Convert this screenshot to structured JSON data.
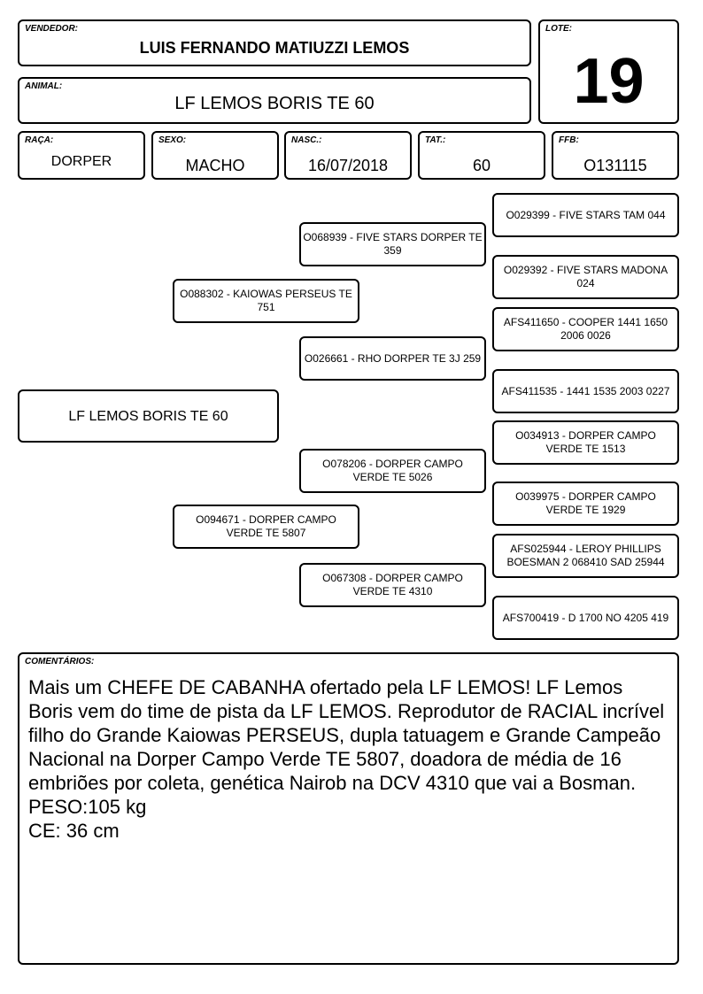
{
  "header": {
    "vendor_label": "VENDEDOR:",
    "vendor_value": "LUIS FERNANDO MATIUZZI LEMOS",
    "lot_label": "LOTE:",
    "lot_value": "19",
    "animal_label": "ANIMAL:",
    "animal_value": "LF LEMOS BORIS TE 60"
  },
  "fields": {
    "breed_label": "RAÇA:",
    "breed_value": "DORPER",
    "sex_label": "SEXO:",
    "sex_value": "MACHO",
    "birth_label": "NASC.:",
    "birth_value": "16/07/2018",
    "tattoo_label": "TAT.:",
    "tattoo_value": "60",
    "ffb_label": "FFB:",
    "ffb_value": "O131115"
  },
  "pedigree": {
    "animal": "LF LEMOS BORIS TE 60",
    "sire": "O088302 - KAIOWAS PERSEUS TE 751",
    "dam": "O094671 - DORPER CAMPO VERDE TE 5807",
    "sire_sire": "O068939 - FIVE STARS DORPER TE 359",
    "sire_dam": "O026661 - RHO DORPER TE 3J 259",
    "dam_sire": "O078206 - DORPER CAMPO VERDE TE 5026",
    "dam_dam": "O067308 - DORPER CAMPO VERDE TE 4310",
    "sss": "O029399 - FIVE STARS TAM 044",
    "ssd": "O029392 - FIVE STARS MADONA 024",
    "sds": "AFS411650 - COOPER 1441 1650 2006 0026",
    "sdd": "AFS411535 - 1441 1535 2003 0227",
    "dss": "O034913 - DORPER CAMPO VERDE TE 1513",
    "dsd": "O039975 - DORPER CAMPO VERDE TE 1929",
    "dds": "AFS025944 - LEROY PHILLIPS BOESMAN 2 068410 SAD 25944",
    "ddd": "AFS700419 - D 1700 NO 4205 419"
  },
  "comments": {
    "label": "COMENTÁRIOS:",
    "text": "Mais um CHEFE DE CABANHA ofertado pela LF LEMOS! LF Lemos Boris vem do time de pista da LF LEMOS. Reprodutor de RACIAL incrível filho do Grande Kaiowas PERSEUS, dupla tatuagem e Grande Campeão Nacional na Dorper Campo Verde TE 5807, doadora de média de 16 embriões por coleta, genética Nairob na DCV 4310 que vai a Bosman.\nPESO:105 kg\nCE: 36 cm"
  }
}
